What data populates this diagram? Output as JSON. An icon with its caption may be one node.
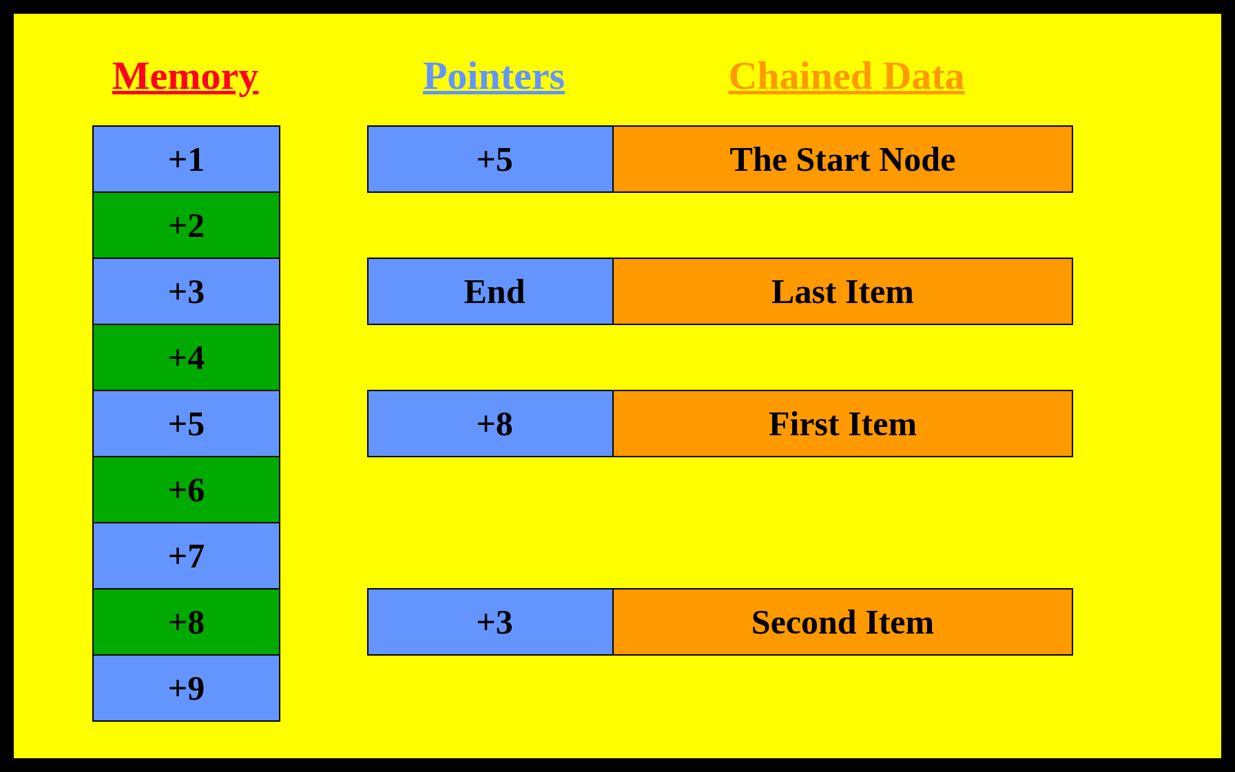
{
  "diagram": {
    "nodes": [
      {
        "text": [
          "+1"
        ]
      },
      {
        "text": [
          "+2"
        ]
      },
      {
        "text": [
          "+3"
        ]
      },
      {
        "text": [
          "+4"
        ]
      },
      {
        "text": [
          "+5"
        ]
      },
      {
        "text": [
          "+6"
        ]
      },
      {
        "text": [
          "+7"
        ]
      },
      {
        "text": [
          "+8"
        ]
      },
      {
        "text": [
          "+9"
        ]
      },
      {
        "text": [
          "+5"
        ]
      },
      {
        "text": [
          "The Start Node"
        ]
      },
      {
        "text": [
          "End"
        ]
      },
      {
        "text": [
          "Last Item"
        ]
      },
      {
        "text": [
          "+8"
        ]
      },
      {
        "text": [
          "First Item"
        ]
      },
      {
        "text": [
          "+3"
        ]
      },
      {
        "text": [
          "Second Item"
        ]
      }
    ],
    "labels": [
      "Memory",
      "Pointers",
      "Chained Data"
    ]
  }
}
